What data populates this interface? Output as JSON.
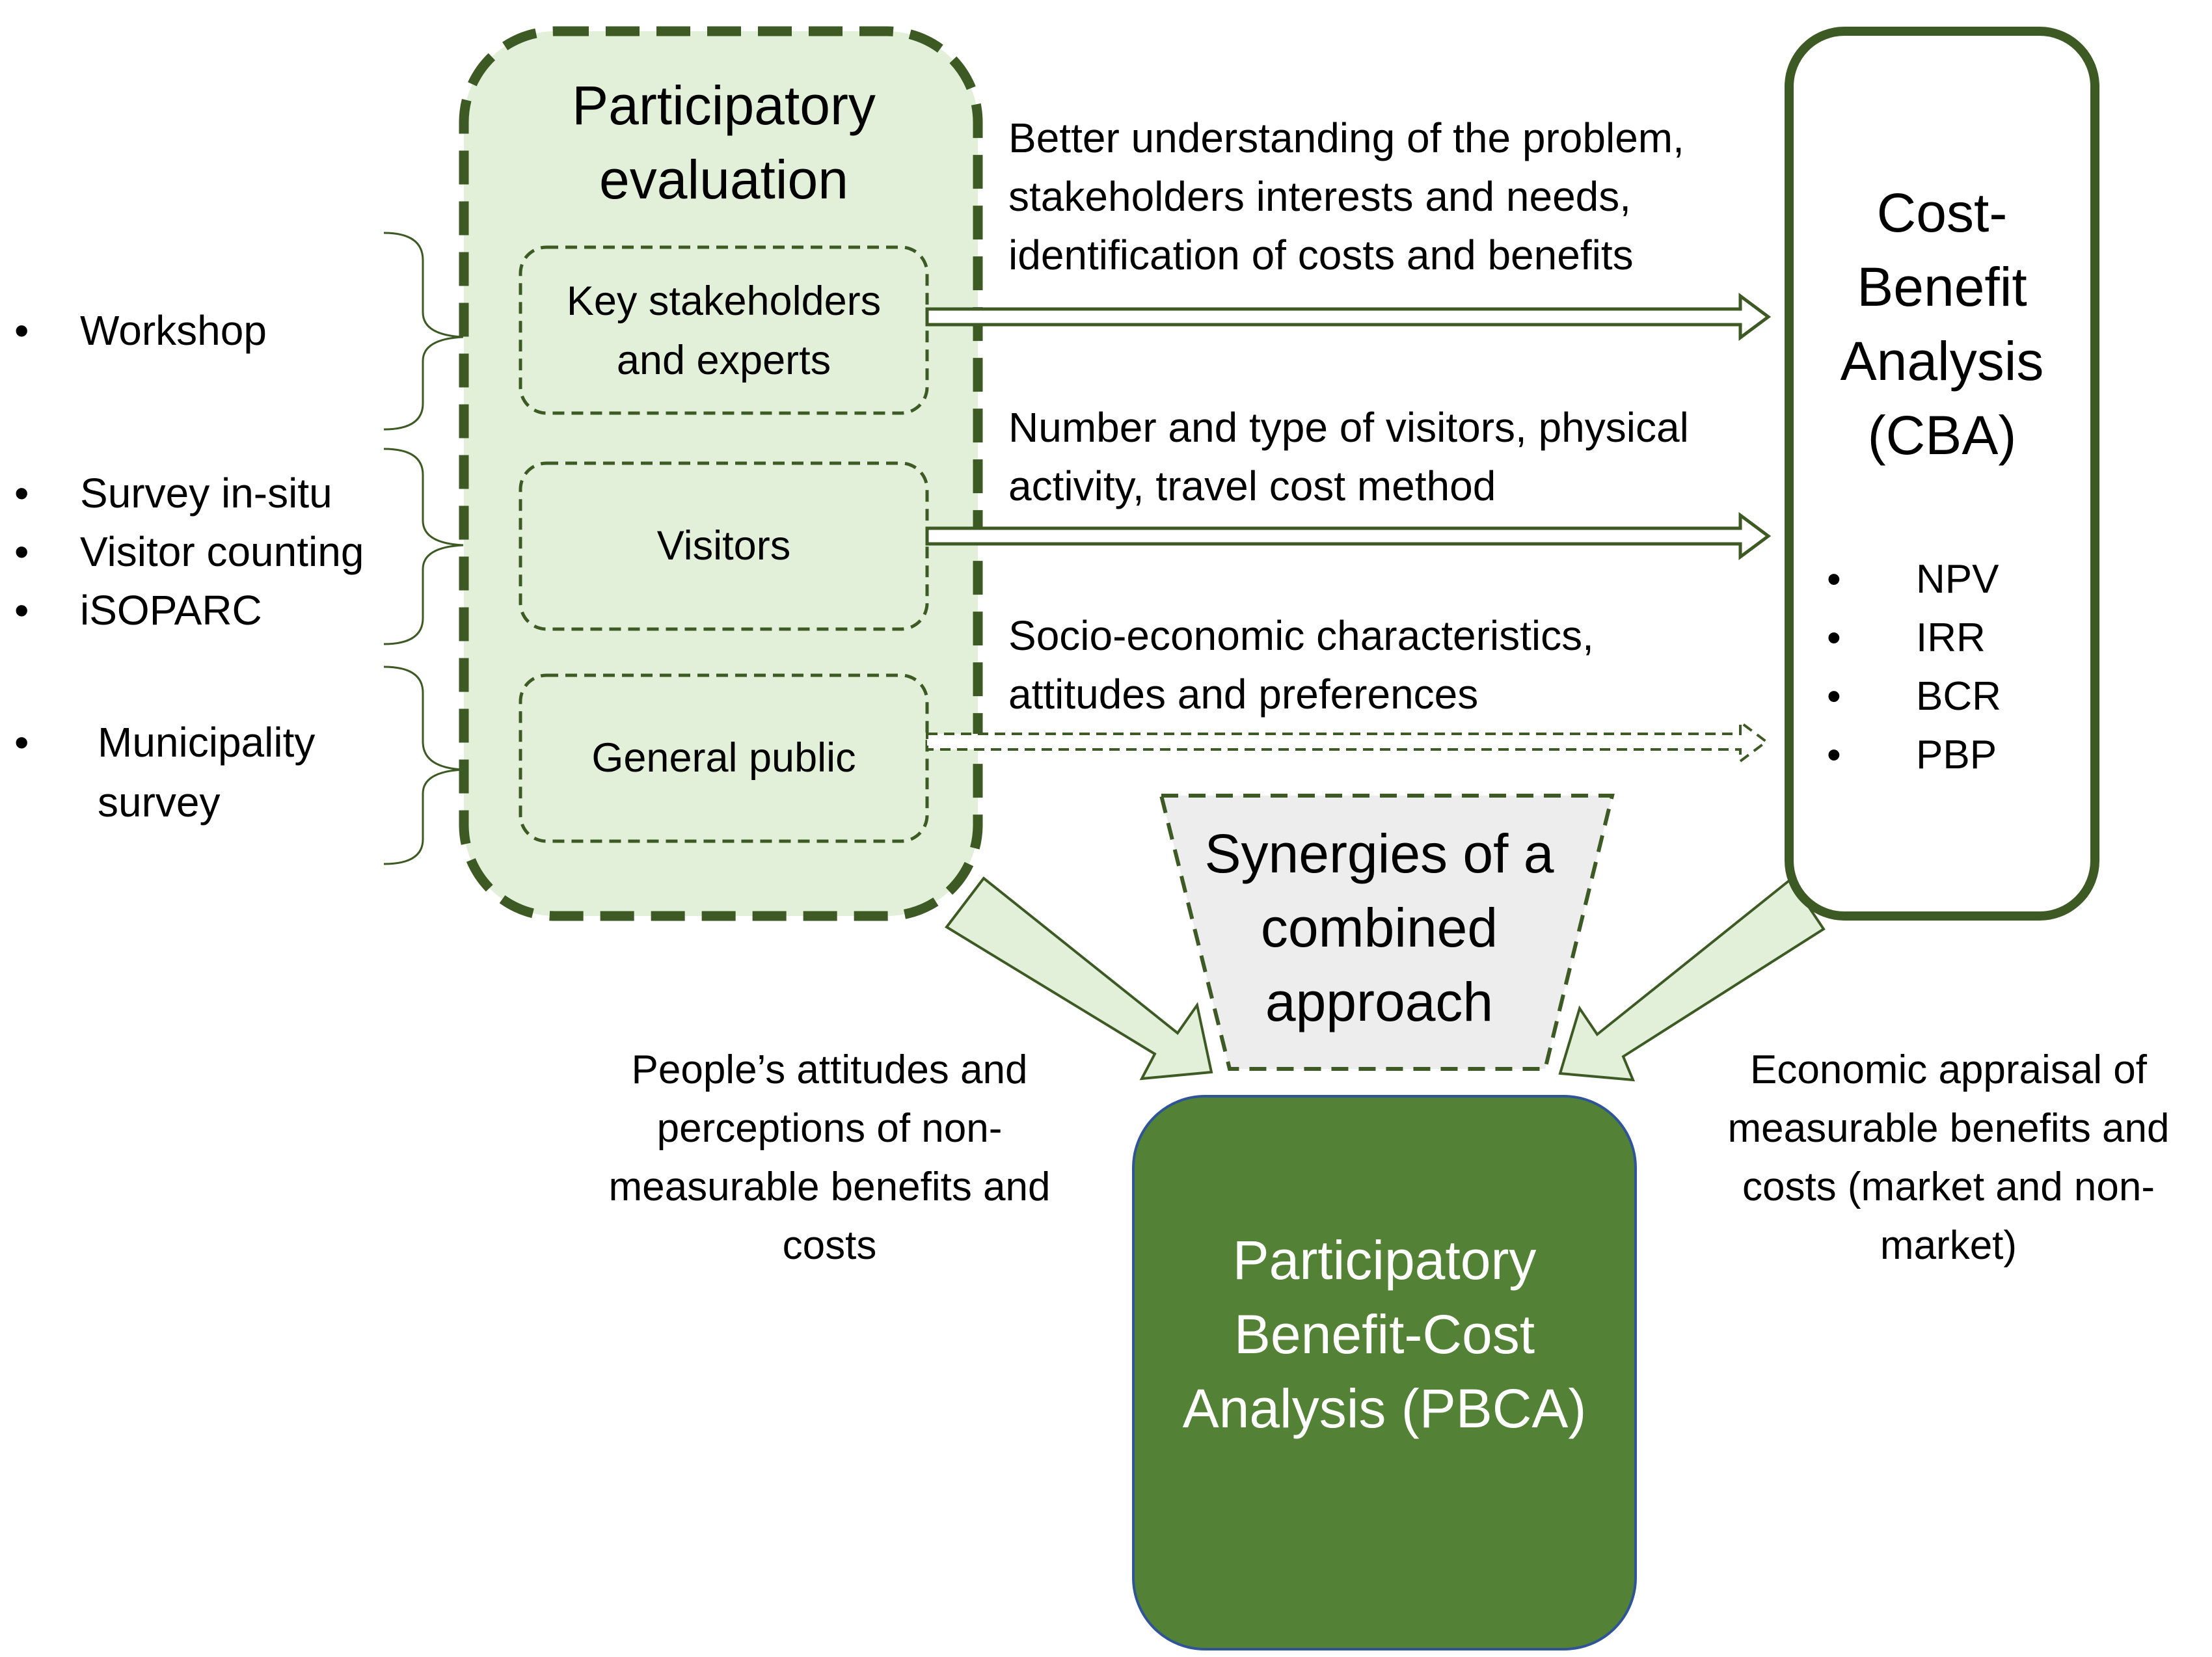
{
  "methods": {
    "group1": [
      "Workshop"
    ],
    "group2": [
      "Survey in-situ",
      "Visitor counting",
      "iSOPARC"
    ],
    "group3": [
      "Municipality survey"
    ]
  },
  "participatory_evaluation": {
    "title": "Participatory evaluation",
    "groups": [
      "Key stakeholders and experts",
      "Visitors",
      "General public"
    ]
  },
  "flows": [
    "Better understanding of the problem, stakeholders interests and needs, identification of costs and benefits",
    "Number and type of visitors, physical activity, travel cost method",
    "Socio-economic characteristics, attitudes and preferences"
  ],
  "cba": {
    "title": "Cost-Benefit Analysis (CBA)",
    "indicators": [
      "NPV",
      "IRR",
      "BCR",
      "PBP"
    ]
  },
  "synergies": "Synergies of a combined approach",
  "left_caption": "People’s attitudes and perceptions of non-measurable benefits and costs",
  "right_caption": "Economic appraisal of measurable benefits and costs (market and non-market)",
  "pbca": "Participatory Benefit-Cost Analysis (PBCA)",
  "colors": {
    "dark_green": "#3d5a24",
    "light_green_fill": "#e2f0d9",
    "pbca_fill": "#538135",
    "synergy_fill": "#ededed",
    "pbca_text": "#ffffff"
  }
}
